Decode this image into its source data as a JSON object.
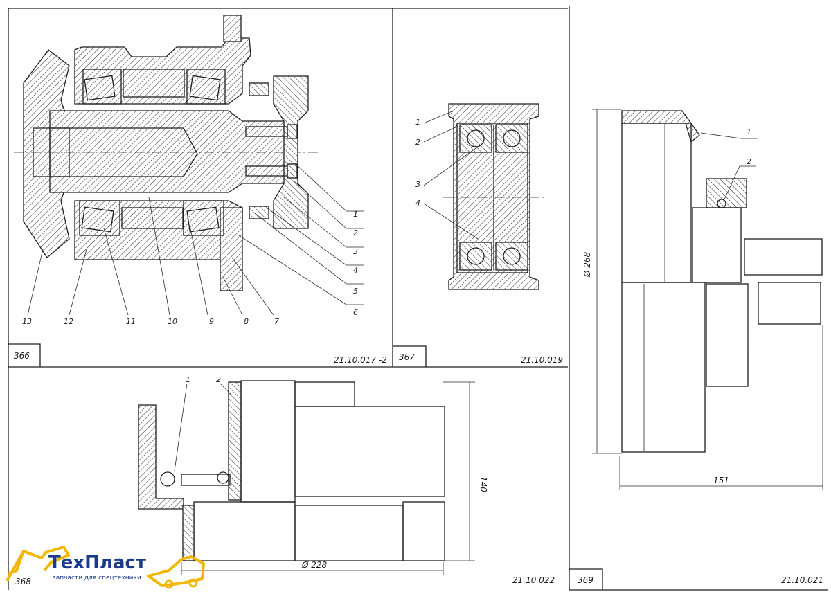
{
  "sheet": {
    "panels": [
      {
        "id": "366",
        "number": "366",
        "code": "21.10.017 -2",
        "callouts": [
          "1",
          "2",
          "3",
          "4",
          "5",
          "6",
          "7",
          "8",
          "9",
          "10",
          "11",
          "12",
          "13"
        ]
      },
      {
        "id": "367",
        "number": "367",
        "code": "21.10.019",
        "callouts": [
          "1",
          "2",
          "3",
          "4"
        ]
      },
      {
        "id": "368",
        "number": "368",
        "code": "21.10 022",
        "callouts": [
          "1",
          "2"
        ],
        "dimensions": [
          "140",
          "Ø 228"
        ]
      },
      {
        "id": "369",
        "number": "369",
        "code": "21.10.021",
        "callouts": [
          "1",
          "2"
        ],
        "dimensions": [
          "Ø 268",
          "151"
        ]
      }
    ]
  },
  "logo": {
    "name": "ТехПласт",
    "tagline": "запчасти для спецтехники",
    "colors": {
      "primary": "#1b3a8c",
      "accent": "#f2b705"
    }
  }
}
